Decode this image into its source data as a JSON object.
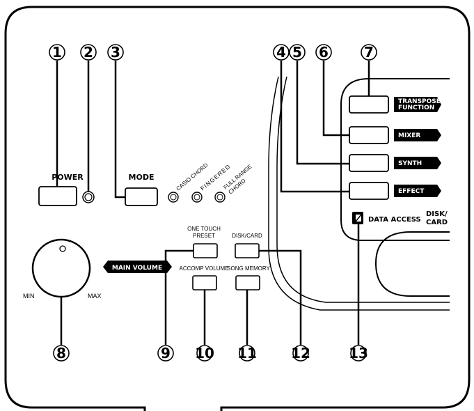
{
  "callouts": [
    "1",
    "2",
    "3",
    "4",
    "5",
    "6",
    "7",
    "8",
    "9",
    "10",
    "11",
    "12",
    "13"
  ],
  "labels": {
    "power": "POWER",
    "mode": "MODE",
    "casio_chord": "CASIO CHORD",
    "fingered": "FINGERED",
    "full_range_1": "FULL RANGE",
    "full_range_2": "CHORD",
    "one_touch_1": "ONE TOUCH",
    "one_touch_2": "PRESET",
    "disk_card": "DISK/CARD",
    "accomp_volume": "ACCOMP VOLUME",
    "song_memory": "SONG MEMORY",
    "main_volume": "MAIN VOLUME",
    "min": "MIN",
    "max": "MAX",
    "data_access": "DATA ACCESS",
    "disk_card_slot_1": "DISK/",
    "disk_card_slot_2": "CARD",
    "transpose_1": "TRANSPOSE/",
    "transpose_2": "FUNCTION",
    "mixer": "MIXER",
    "synth": "SYNTH",
    "effect": "EFFECT"
  }
}
